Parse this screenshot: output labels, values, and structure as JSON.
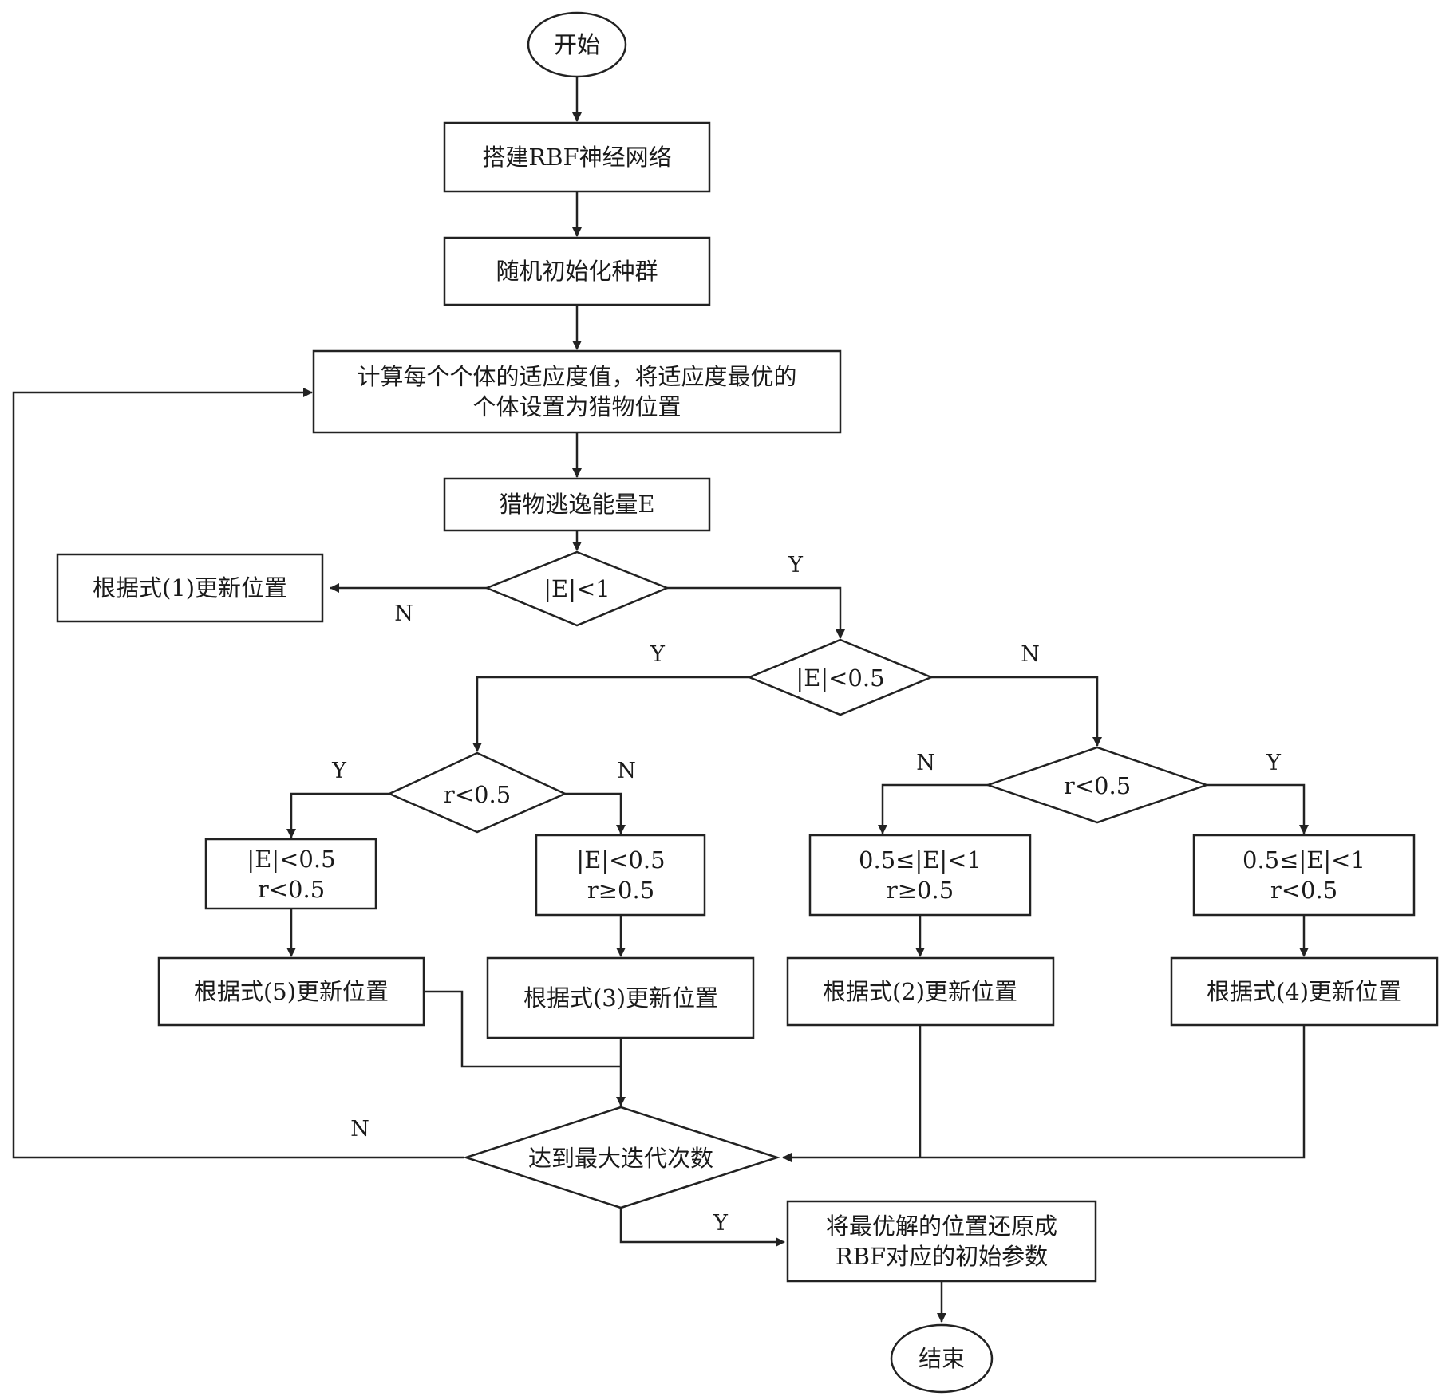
{
  "nodes": {
    "start": {
      "lines": [
        "开始"
      ]
    },
    "build_rbf": {
      "lines": [
        "搭建RBF神经网络"
      ]
    },
    "init_pop": {
      "lines": [
        "随机初始化种群"
      ]
    },
    "fitness": {
      "lines": [
        "计算每个个体的适应度值，将适应度最优的",
        "个体设置为猎物位置"
      ]
    },
    "energy": {
      "lines": [
        "猎物逃逸能量E"
      ]
    },
    "update1": {
      "lines": [
        "根据式(1)更新位置"
      ]
    },
    "dec_e1": {
      "lines": [
        "|E|<1"
      ]
    },
    "dec_e05": {
      "lines": [
        "|E|<0.5"
      ]
    },
    "dec_r_left": {
      "lines": [
        "r<0.5"
      ]
    },
    "dec_r_right": {
      "lines": [
        "r<0.5"
      ]
    },
    "cond5": {
      "lines": [
        "|E|<0.5",
        "r<0.5"
      ]
    },
    "cond3": {
      "lines": [
        "|E|<0.5",
        "r≥0.5"
      ]
    },
    "cond2": {
      "lines": [
        "0.5≤|E|<1",
        "r≥0.5"
      ]
    },
    "cond4": {
      "lines": [
        "0.5≤|E|<1",
        "r<0.5"
      ]
    },
    "update5": {
      "lines": [
        "根据式(5)更新位置"
      ]
    },
    "update3": {
      "lines": [
        "根据式(3)更新位置"
      ]
    },
    "update2": {
      "lines": [
        "根据式(2)更新位置"
      ]
    },
    "update4": {
      "lines": [
        "根据式(4)更新位置"
      ]
    },
    "max_iter": {
      "lines": [
        "达到最大迭代次数"
      ]
    },
    "restore": {
      "lines": [
        "将最优解的位置还原成",
        "RBF对应的初始参数"
      ]
    },
    "end": {
      "lines": [
        "结束"
      ]
    }
  },
  "edge_labels": {
    "e1_no": "N",
    "e1_yes": "Y",
    "e05_yes": "Y",
    "e05_no": "N",
    "rl_yes": "Y",
    "rl_no": "N",
    "rr_no": "N",
    "rr_yes": "Y",
    "iter_no": "N",
    "iter_yes": "Y"
  }
}
